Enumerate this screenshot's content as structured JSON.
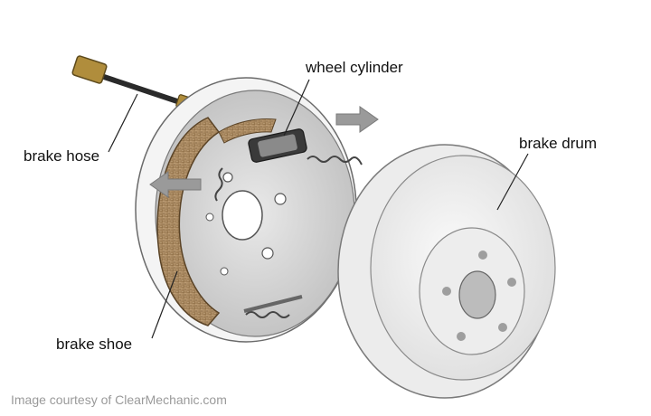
{
  "labels": {
    "wheel_cylinder": "wheel cylinder",
    "brake_hose": "brake hose",
    "brake_drum": "brake drum",
    "brake_shoe": "brake shoe"
  },
  "credit": "Image courtesy of ClearMechanic.com",
  "colors": {
    "outline": "#6a6a6a",
    "backing_plate": "#dcdcdc",
    "lining": "#a8875f",
    "drum": "#f2f2f2",
    "arrow": "#9a9a9a",
    "text": "#111111",
    "credit": "#9a9a9a"
  }
}
